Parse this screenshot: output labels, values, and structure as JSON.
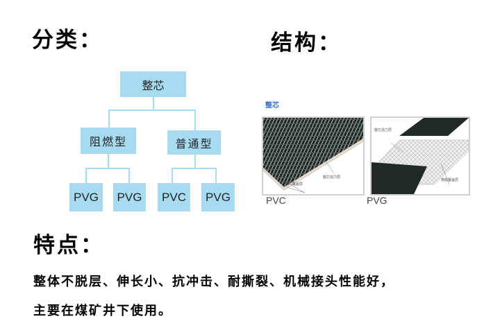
{
  "sections": {
    "classification_title": "分类：",
    "structure_title": "结构：",
    "features_title": "特点："
  },
  "tree": {
    "root": "整芯",
    "branches": [
      {
        "label": "阻燃型",
        "children": [
          "PVG",
          "PVG"
        ]
      },
      {
        "label": "普通型",
        "children": [
          "PVC",
          "PVG"
        ]
      }
    ]
  },
  "structure": {
    "heading": "整芯",
    "panels": [
      {
        "caption": "PVC",
        "labels": [
          "PVC覆盖层",
          "整芯强力层"
        ]
      },
      {
        "caption": "PVG",
        "labels": [
          "整芯强力层",
          "橡胶覆盖层"
        ]
      }
    ],
    "heading_color": "#3a6fc4"
  },
  "features": {
    "line1": "整体不脱层、伸长小、抗冲击、耐撕裂、机械接头性能好，",
    "line2": "主要在煤矿井下使用。"
  },
  "colors": {
    "box_fill": "#a6dbf1",
    "belt_dark": "#1f2a26"
  }
}
